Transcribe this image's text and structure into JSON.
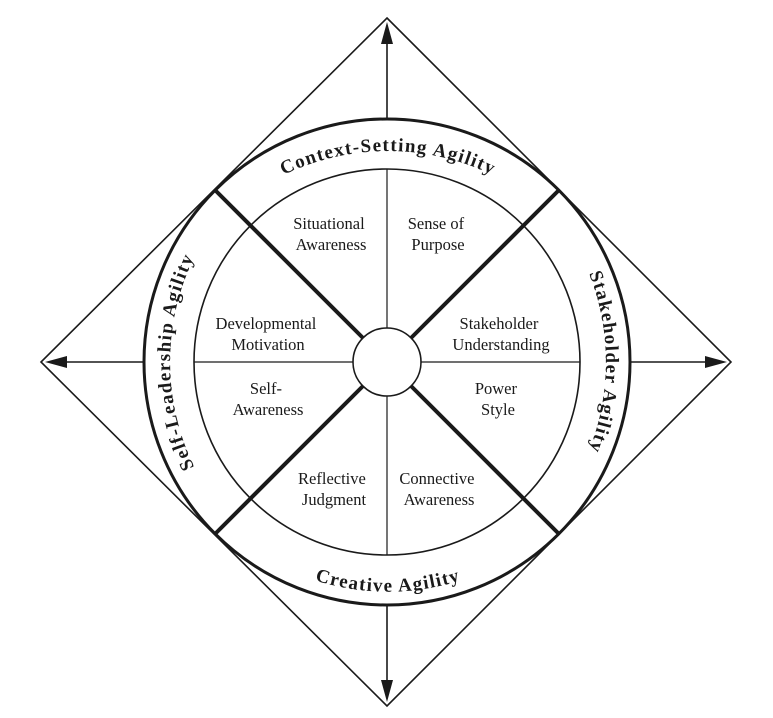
{
  "ring_labels": {
    "top": "Context-Setting Agility",
    "right": "Stakeholder Agility",
    "bottom": "Creative Agility",
    "left": "Self-Leadership Agility"
  },
  "segments": {
    "situational_awareness": [
      "Situational",
      "Awareness"
    ],
    "sense_of_purpose": [
      "Sense of",
      "Purpose"
    ],
    "stakeholder_understanding": [
      "Stakeholder",
      "Understanding"
    ],
    "power_style": [
      "Power",
      "Style"
    ],
    "connective_awareness": [
      "Connective",
      "Awareness"
    ],
    "reflective_judgment": [
      "Reflective",
      "Judgment"
    ],
    "self_awareness": [
      "Self-",
      "Awareness"
    ],
    "developmental_motivation": [
      "Developmental",
      "Motivation"
    ]
  }
}
